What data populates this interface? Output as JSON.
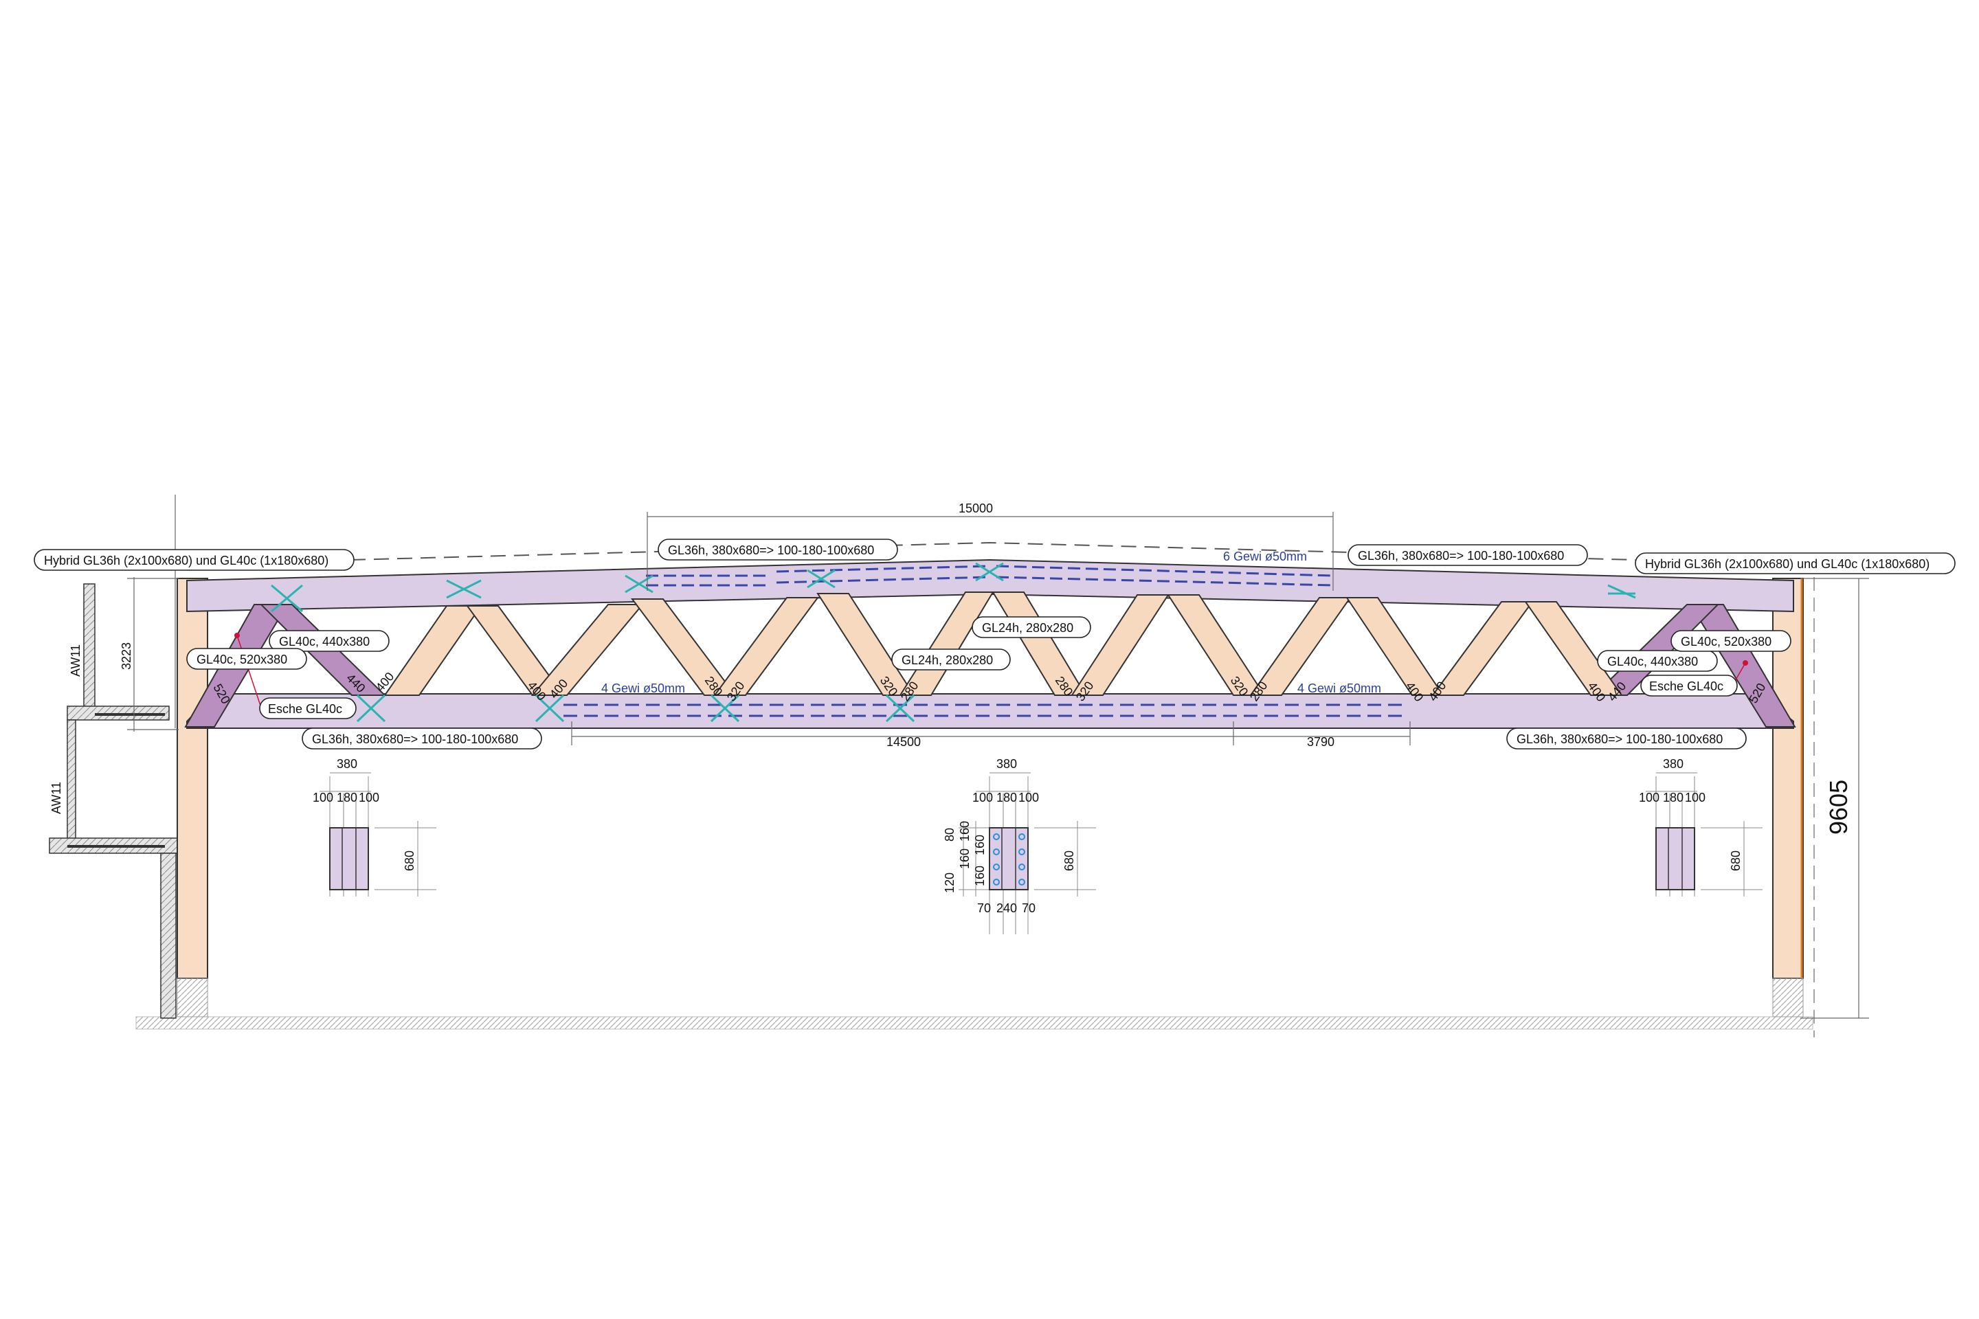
{
  "labels": {
    "left_hybrid": "Hybrid GL36h (2x100x680) und GL40c (1x180x680)",
    "right_hybrid": "Hybrid GL36h (2x100x680) und GL40c (1x180x680)",
    "top_chord_left": "GL36h, 380x680=> 100-180-100x680",
    "top_chord_right": "GL36h, 380x680=> 100-180-100x680",
    "bottom_chord_left": "GL36h, 380x680=> 100-180-100x680",
    "bottom_chord_right": "GL36h, 380x680=> 100-180-100x680",
    "diag_left_440": "GL40c, 440x380",
    "diag_left_520": "GL40c, 520x380",
    "esche_left": "Esche GL40c",
    "diag_right_440": "GL40c, 440x380",
    "diag_right_520": "GL40c, 520x380",
    "esche_right": "Esche GL40c",
    "web_gl24h_upper": "GL24h, 280x280",
    "web_gl24h_lower": "GL24h, 280x280",
    "gewi_top": "6 Gewi ø50mm",
    "gewi_bottom_left": "4 Gewi ø50mm",
    "gewi_bottom_right": "4 Gewi ø50mm",
    "wall_upper": "AW11",
    "wall_lower": "AW11"
  },
  "dimensions": {
    "top_span": "15000",
    "bottom_span": "14500",
    "bottom_right": "3790",
    "height_left": "3223",
    "height_total": "9605",
    "member_sizes": [
      "520",
      "440",
      "400",
      "400",
      "400",
      "280",
      "320",
      "320",
      "280",
      "280",
      "320",
      "320",
      "280",
      "400",
      "400",
      "400",
      "440",
      "520"
    ]
  },
  "sections": {
    "left": {
      "width": "380",
      "parts": [
        "100",
        "180",
        "100"
      ],
      "height": "680"
    },
    "middle": {
      "width": "380",
      "parts": [
        "100",
        "180",
        "100"
      ],
      "height": "680",
      "vert_left": [
        "80",
        "160",
        "160",
        "120",
        "160",
        "160"
      ],
      "bottom_parts": [
        "70",
        "240",
        "70"
      ]
    },
    "right": {
      "width": "380",
      "parts": [
        "100",
        "180",
        "100"
      ],
      "height": "680"
    }
  },
  "colors": {
    "glulam_chord": "#dccde6",
    "ash_diagonal": "#b98fbf",
    "spruce_web": "#f7d9bf",
    "column": "#f8dcc3",
    "rebar_teal": "#2bb3b0",
    "rebar_blue": "#3a47a6",
    "label_blue": "#2a3f9a"
  }
}
